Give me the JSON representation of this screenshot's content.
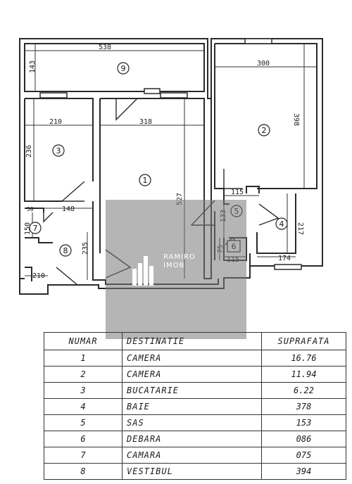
{
  "plan": {
    "dims": {
      "d538": "538",
      "d143": "143",
      "d300": "300",
      "d398": "398",
      "d210": "210",
      "d318": "318",
      "d236": "236",
      "d527": "527",
      "d115a": "115",
      "d133": "133",
      "d217": "217",
      "d148": "148",
      "d150": "150",
      "d235": "235",
      "d75": "75",
      "d115b": "115",
      "d174": "174",
      "d50": "50",
      "d210b": "210"
    },
    "rooms": [
      "1",
      "2",
      "3",
      "4",
      "5",
      "6",
      "7",
      "8",
      "9"
    ]
  },
  "watermark": {
    "line1": "RAMIRO",
    "line2": "IMOB"
  },
  "table": {
    "headers": [
      "NUMAR",
      "DESTINATIE",
      "SUPRAFATA"
    ],
    "rows": [
      {
        "n": "1",
        "dest": "CAMERA",
        "area": "16.76"
      },
      {
        "n": "2",
        "dest": "CAMERA",
        "area": "11.94"
      },
      {
        "n": "3",
        "dest": "BUCATARIE",
        "area": "6.22"
      },
      {
        "n": "4",
        "dest": "BAIE",
        "area": "378"
      },
      {
        "n": "5",
        "dest": "SAS",
        "area": "153"
      },
      {
        "n": "6",
        "dest": "DEBARA",
        "area": "086"
      },
      {
        "n": "7",
        "dest": "CAMARA",
        "area": "075"
      },
      {
        "n": "8",
        "dest": "VESTIBUL",
        "area": "394"
      }
    ]
  }
}
